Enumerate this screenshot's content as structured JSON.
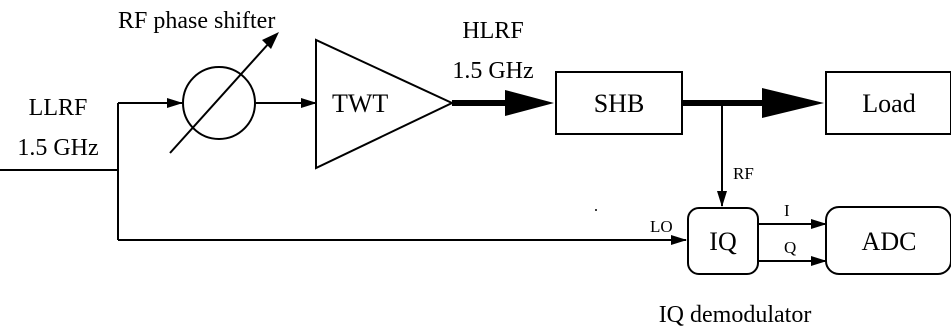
{
  "labels": {
    "rf_phase_shifter": "RF phase shifter",
    "hlrf_name": "HLRF",
    "hlrf_freq": "1.5 GHz",
    "llrf_name": "LLRF",
    "llrf_freq": "1.5 GHz",
    "rf": "RF",
    "lo": "LO",
    "i": "I",
    "q": "Q",
    "iq_demodulator": "IQ demodulator"
  },
  "blocks": {
    "twt": "TWT",
    "shb": "SHB",
    "load": "Load",
    "iq": "IQ",
    "adc": "ADC"
  }
}
